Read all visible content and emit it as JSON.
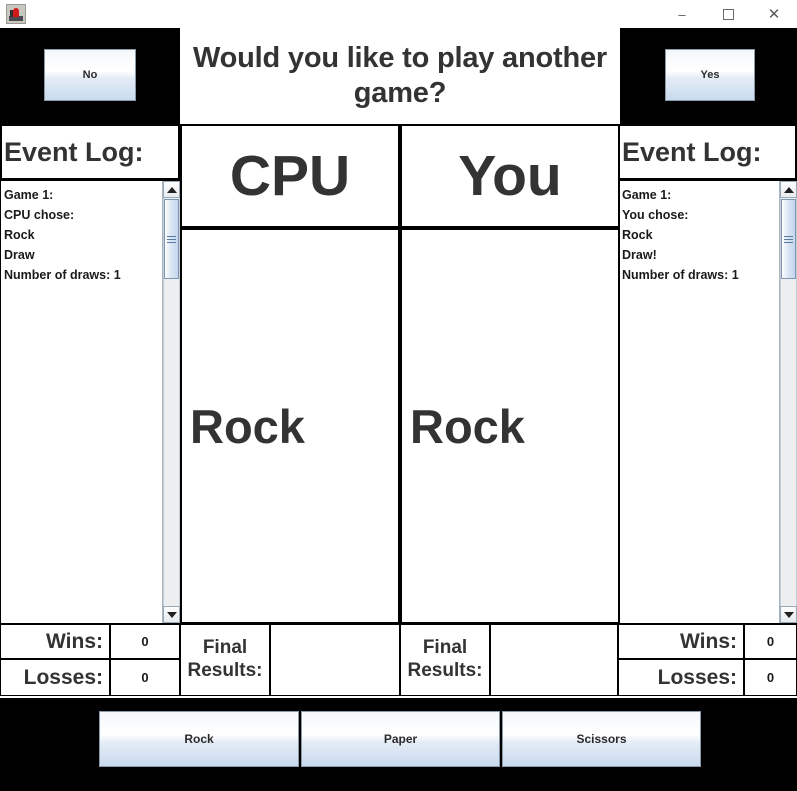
{
  "window": {
    "icon": "java-app-icon",
    "controls": {
      "minimize": "–",
      "maximize": "",
      "close": "✕"
    }
  },
  "prompt": {
    "question": "Would you like to play another game?",
    "no_label": "No",
    "yes_label": "Yes"
  },
  "left_log": {
    "header": "Event Log:",
    "text": "Game 1:\nCPU chose:\nRock\nDraw\nNumber of draws: 1"
  },
  "right_log": {
    "header": "Event Log:",
    "text": "Game 1:\nYou chose:\nRock\nDraw!\nNumber of draws: 1"
  },
  "board": {
    "cpu_title": "CPU",
    "you_title": "You",
    "cpu_choice": "Rock",
    "you_choice": "Rock"
  },
  "stats": {
    "left": {
      "wins_label": "Wins:",
      "wins_value": "0",
      "losses_label": "Losses:",
      "losses_value": "0",
      "final_label": "Final Results:",
      "final_value": ""
    },
    "right": {
      "wins_label": "Wins:",
      "wins_value": "0",
      "losses_label": "Losses:",
      "losses_value": "0",
      "final_label": "Final Results:",
      "final_value": ""
    }
  },
  "choices": {
    "rock": "Rock",
    "paper": "Paper",
    "scissors": "Scissors"
  },
  "colors": {
    "background": "#000000",
    "panel": "#ffffff",
    "text": "#333333",
    "button_top": "#f4f7fb",
    "button_bottom": "#c9dbee"
  }
}
